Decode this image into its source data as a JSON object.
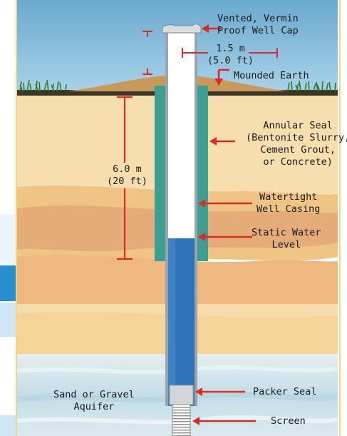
{
  "labels": {
    "well_cap": "Vented, Vermin\nProof Well Cap",
    "height_above": "1.5 m\n(5.0 ft)",
    "mounded_earth": "Mounded Earth",
    "annular_seal": "Annular Seal\n(Bentonite Slurry,\nCement Grout,\nor Concrete)",
    "depth": "6.0 m\n(20 ft)",
    "casing": "Watertight\nWell Casing",
    "water_level": "Static Water\nLevel",
    "aquifer": "Sand or Gravel\nAquifer",
    "packer": "Packer Seal",
    "screen": "Screen"
  },
  "colors": {
    "sky": "#7ab6d8",
    "topsoil": "#3a342a",
    "mound": "#c79a5c",
    "sand_light": "#f6deae",
    "sand_mid": "#efc485",
    "sand_band": "#dfa374",
    "aquifer": "#d3e6ee",
    "seal": "#3f9e92",
    "casing": "#ffffff",
    "water": "#2f72b7",
    "arrow": "#d92c26",
    "sidebar_blue": "#2a8fd0",
    "sidebar_light": "#cfe6f5"
  }
}
